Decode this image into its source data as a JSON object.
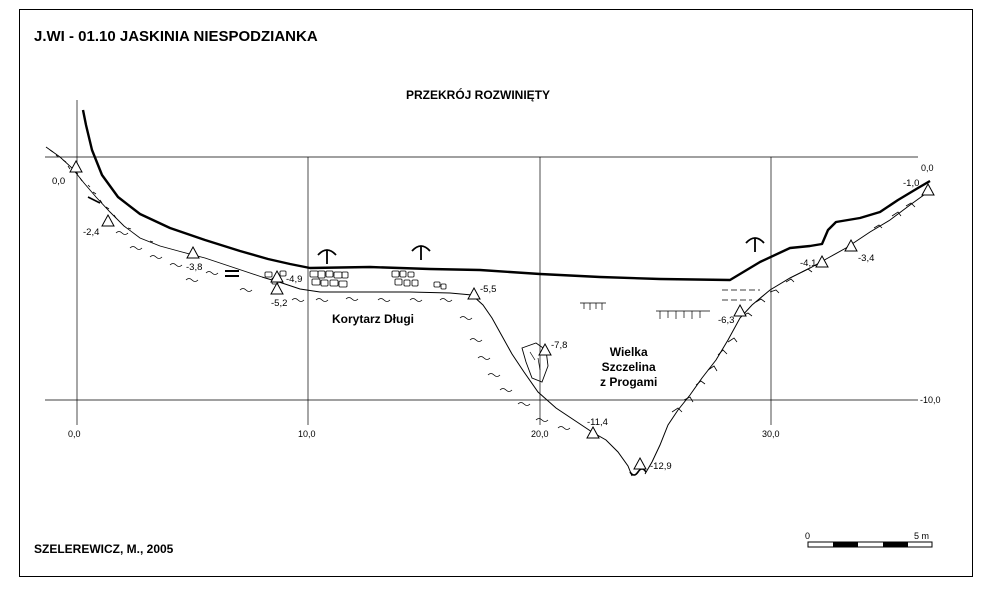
{
  "title": "J.WI - 01.10  JASKINIA NIESPODZIANKA",
  "subtitle": "PRZEKRÓJ ROZWINIĘTY",
  "author": "SZELEREWICZ, M., 2005",
  "labels": {
    "korytarz": "Korytarz Długi",
    "wielka_lines": [
      "Wielka",
      "Szczelina",
      "z Progami"
    ]
  },
  "axes": {
    "x_ticks": [
      "0,0",
      "10,0",
      "20,0",
      "30,0"
    ],
    "y_ticks": [
      "0,0",
      "-10,0"
    ]
  },
  "scale_bar": {
    "start": "0",
    "end": "5 m"
  },
  "stations": [
    {
      "label": "0,0"
    },
    {
      "label": "-2,4"
    },
    {
      "label": "-3,8"
    },
    {
      "label": "-4,9"
    },
    {
      "label": "-5,2"
    },
    {
      "label": "-5,5"
    },
    {
      "label": "-7,8"
    },
    {
      "label": "-11,4"
    },
    {
      "label": "-12,9"
    },
    {
      "label": "-6,3"
    },
    {
      "label": "-4,1"
    },
    {
      "label": "-3,4"
    },
    {
      "label": "-1,0"
    }
  ]
}
